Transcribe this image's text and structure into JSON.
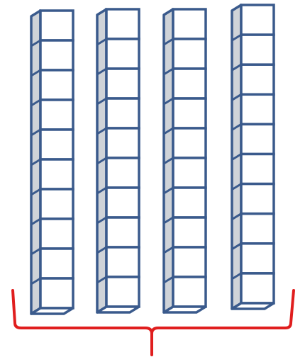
{
  "figure": {
    "rods": [
      {
        "cubes": 10
      },
      {
        "cubes": 10
      },
      {
        "cubes": 10
      },
      {
        "cubes": 10
      }
    ],
    "colors": {
      "cube_stroke": "#3a5a8c",
      "cube_face": "#ffffff",
      "cube_side": "#cfd3d8",
      "bracket": "#e01e1e",
      "background": "#ffffff"
    }
  }
}
